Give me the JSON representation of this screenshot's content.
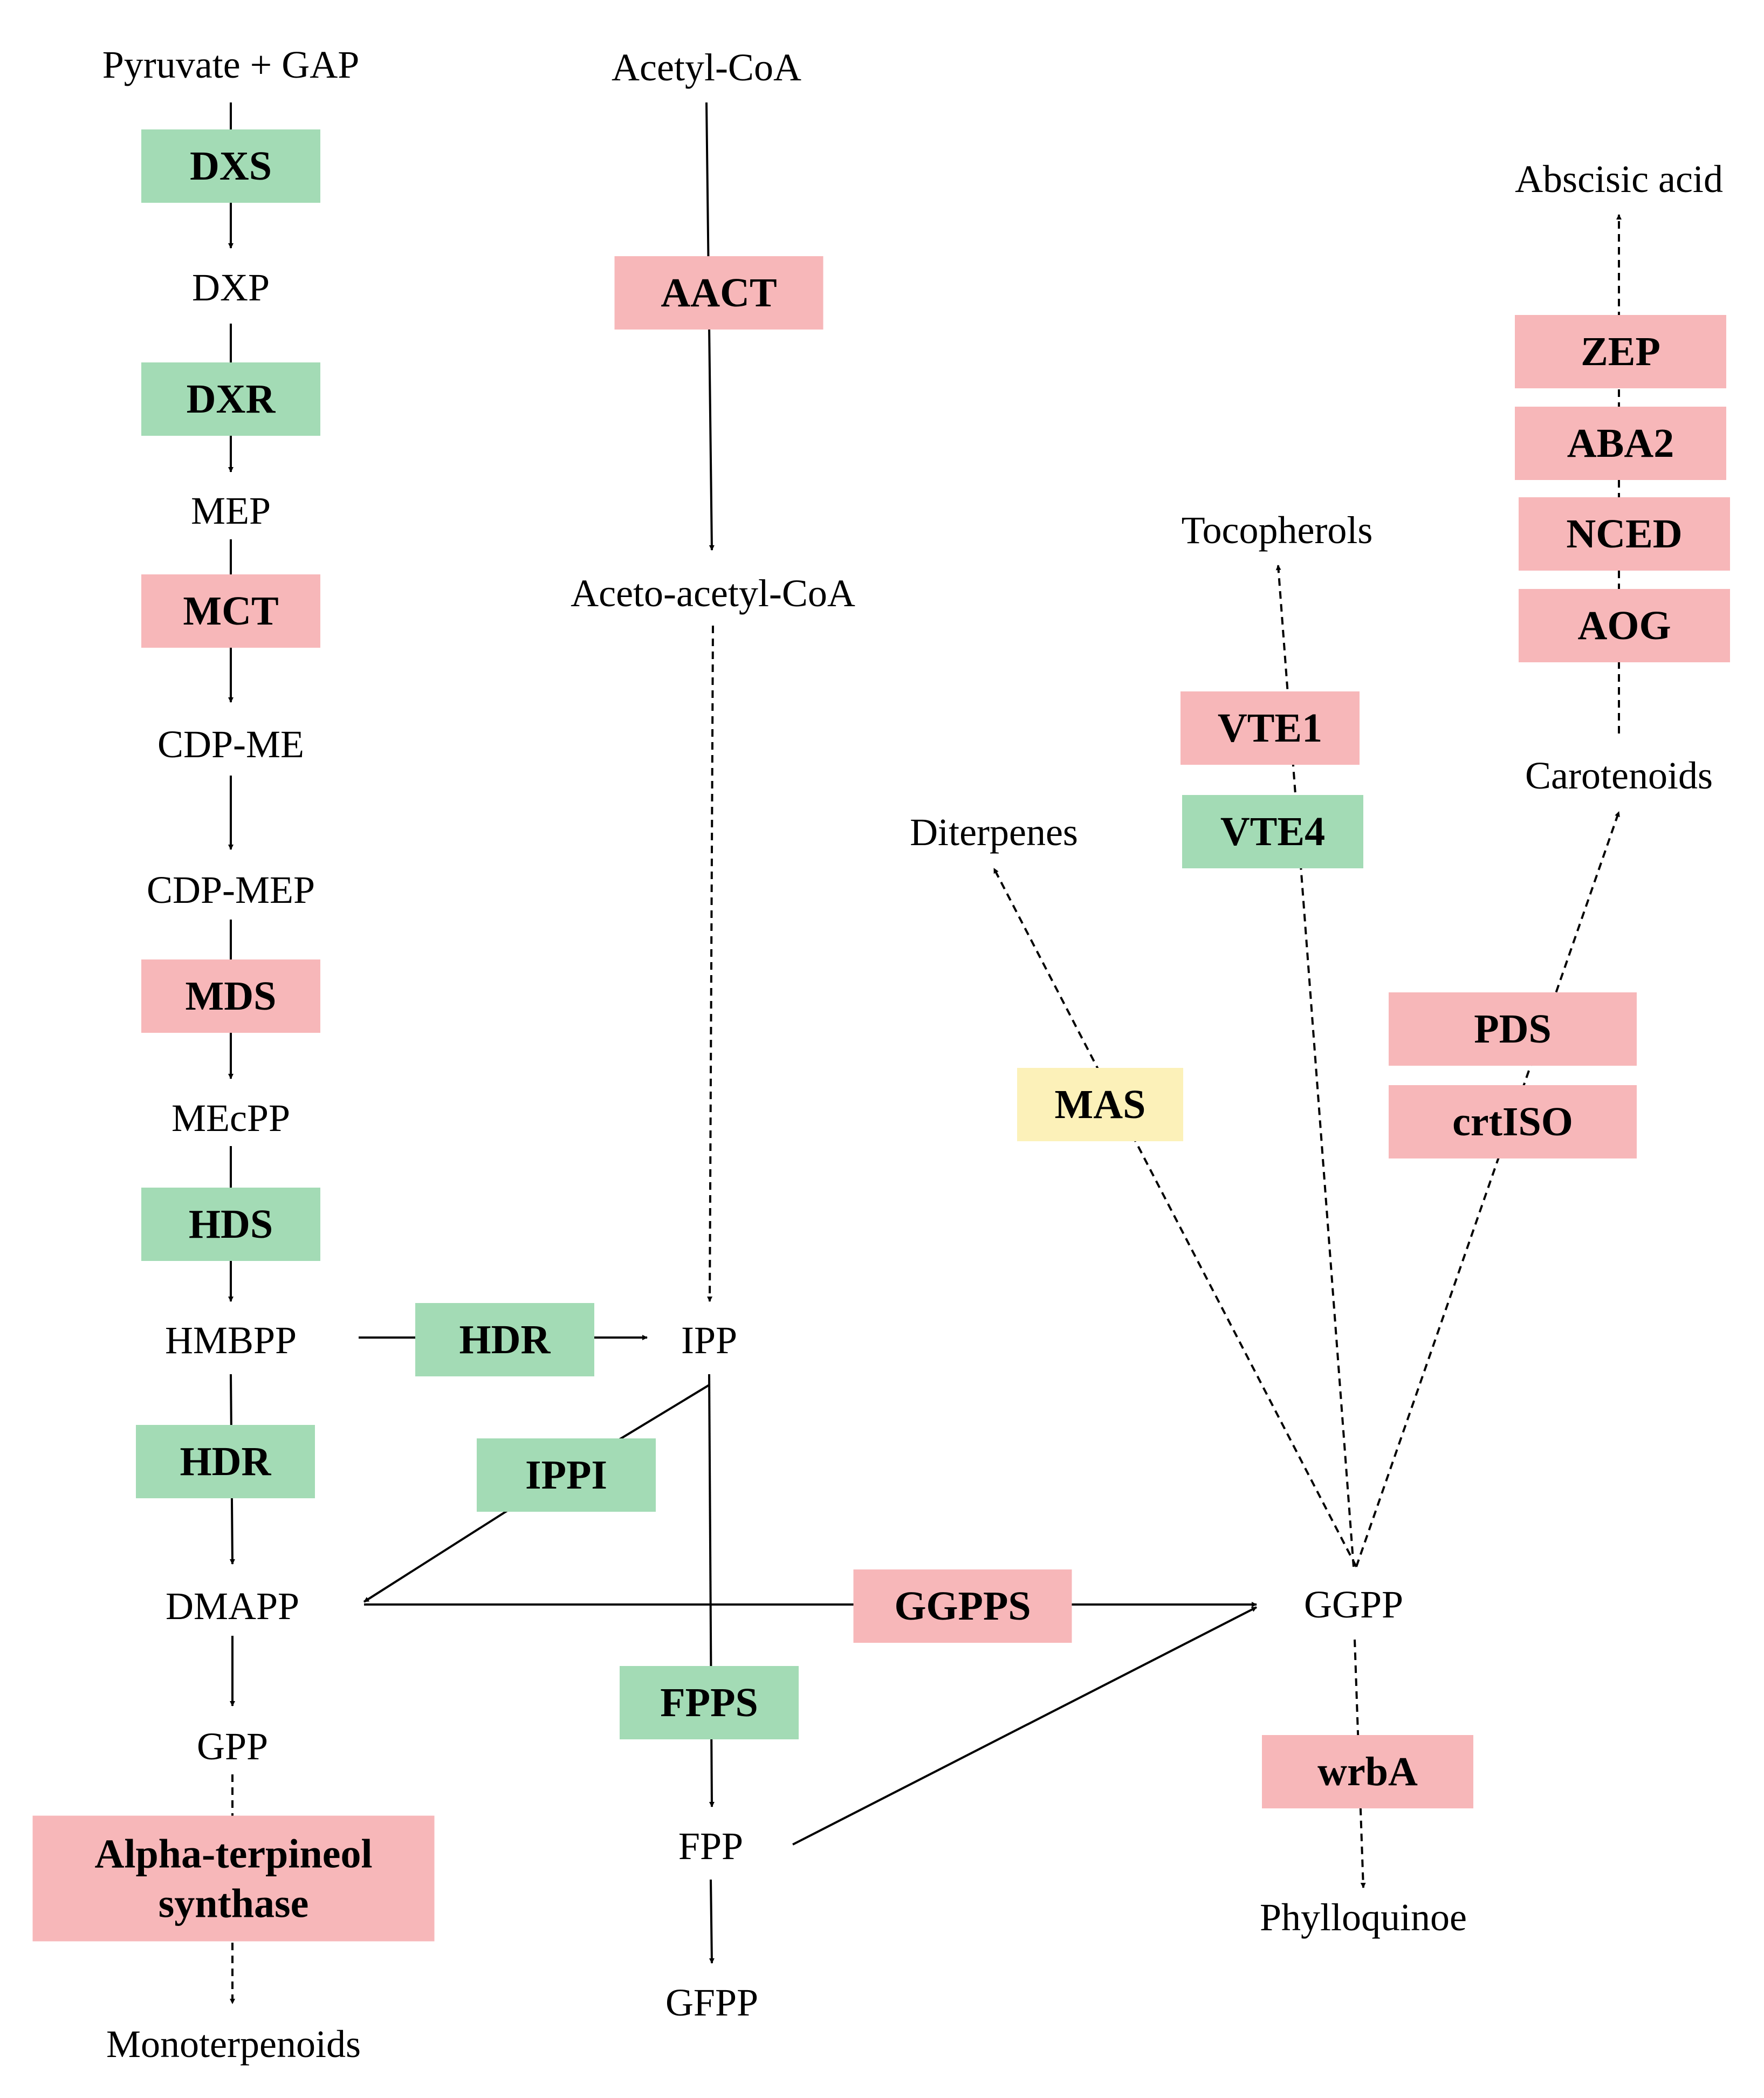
{
  "colors": {
    "pink": "#f7b7b9",
    "green": "#a3dbb5",
    "yellow": "#fcf1b9",
    "line": "#000000"
  },
  "metabolites": {
    "pyruvate_gap": "Pyruvate + GAP",
    "dxp": "DXP",
    "mep": "MEP",
    "cdp_me": "CDP-ME",
    "cdp_mep": "CDP-MEP",
    "mecpp": "MEcPP",
    "hmbpp": "HMBPP",
    "dmapp": "DMAPP",
    "gpp": "GPP",
    "monoterpenoids": "Monoterpenoids",
    "acetyl_coa": "Acetyl-CoA",
    "aceto_acetyl_coa": "Aceto-acetyl-CoA",
    "ipp": "IPP",
    "fpp": "FPP",
    "gfpp": "GFPP",
    "ggpp": "GGPP",
    "diterpenes": "Diterpenes",
    "tocopherols": "Tocopherols",
    "carotenoids": "Carotenoids",
    "abscisic_acid": "Abscisic acid",
    "phylloquinoe": "Phylloquinoe"
  },
  "enzymes": {
    "dxs": {
      "label": "DXS",
      "color": "green"
    },
    "dxr": {
      "label": "DXR",
      "color": "green"
    },
    "mct": {
      "label": "MCT",
      "color": "pink"
    },
    "mds": {
      "label": "MDS",
      "color": "pink"
    },
    "hds": {
      "label": "HDS",
      "color": "green"
    },
    "hdr_left": {
      "label": "HDR",
      "color": "green"
    },
    "hdr_mid": {
      "label": "HDR",
      "color": "green"
    },
    "ippi": {
      "label": "IPPI",
      "color": "green"
    },
    "alpha_terpineol_line1": {
      "label": "Alpha-terpineol",
      "color": "pink"
    },
    "alpha_terpineol_line2": {
      "label": "synthase",
      "color": "pink"
    },
    "aact": {
      "label": "AACT",
      "color": "pink"
    },
    "fpps": {
      "label": "FPPS",
      "color": "green"
    },
    "ggpps": {
      "label": "GGPPS",
      "color": "pink"
    },
    "mas": {
      "label": "MAS",
      "color": "yellow"
    },
    "vte1": {
      "label": "VTE1",
      "color": "pink"
    },
    "vte4": {
      "label": "VTE4",
      "color": "green"
    },
    "pds": {
      "label": "PDS",
      "color": "pink"
    },
    "crtiso": {
      "label": "crtISO",
      "color": "pink"
    },
    "zep": {
      "label": "ZEP",
      "color": "pink"
    },
    "aba2": {
      "label": "ABA2",
      "color": "pink"
    },
    "nced": {
      "label": "NCED",
      "color": "pink"
    },
    "aog": {
      "label": "AOG",
      "color": "pink"
    },
    "wrba": {
      "label": "wrbA",
      "color": "pink"
    }
  }
}
